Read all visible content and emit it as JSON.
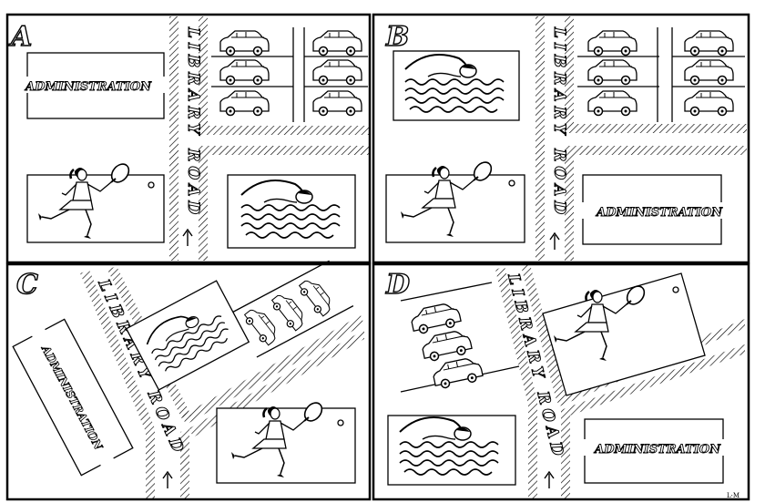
{
  "panels": [
    {
      "id": "A",
      "letter": "A",
      "admin": "ADMINISTRATION",
      "road": "LIBRARY ROAD"
    },
    {
      "id": "B",
      "letter": "B",
      "admin": "ADMINISTRATION",
      "road": "LIBRARY ROAD"
    },
    {
      "id": "C",
      "letter": "C",
      "admin": "ADMINISTRATION",
      "road": "LIBRARY ROAD"
    },
    {
      "id": "D",
      "letter": "D",
      "admin": "ADMINISTRATION",
      "road": "LIBRARY ROAD"
    }
  ],
  "signature": "L·M",
  "icons": [
    "swimmer-icon",
    "tennis-player-icon",
    "car-icon",
    "north-arrow-icon"
  ]
}
